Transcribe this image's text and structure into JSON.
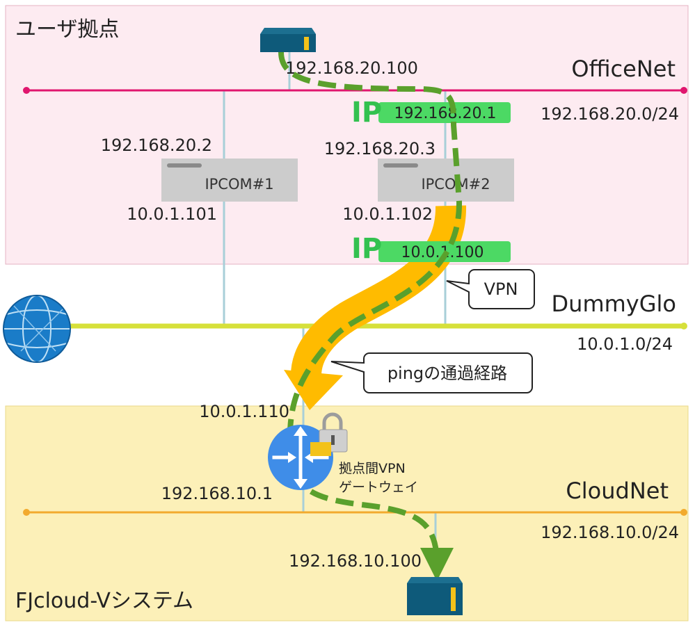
{
  "zones": {
    "user_site": {
      "title": "ユーザ拠点"
    },
    "cloud_system": {
      "title": "FJcloud-Vシステム"
    }
  },
  "networks": {
    "office": {
      "name": "OfficeNet",
      "cidr": "192.168.20.0/24",
      "color": "#e0166e"
    },
    "dummy": {
      "name": "DummyGlo",
      "cidr": "10.0.1.0/24",
      "color": "#d6e03a"
    },
    "cloud": {
      "name": "CloudNet",
      "cidr": "192.168.10.0/24",
      "color": "#f2aa2e"
    }
  },
  "hosts": {
    "office_server": {
      "ip": "192.168.20.100",
      "icon": "server-icon"
    },
    "cloud_server": {
      "ip": "192.168.10.100",
      "icon": "server-icon"
    }
  },
  "ipcom": [
    {
      "name": "IPCOM#1",
      "ip_office": "192.168.20.2",
      "ip_dummy": "10.0.1.101"
    },
    {
      "name": "IPCOM#2",
      "ip_office": "192.168.20.3",
      "ip_dummy": "10.0.1.102"
    }
  ],
  "virtual_ips": {
    "logo_text": "IP",
    "office_vip": "192.168.20.1",
    "dummy_vip": "10.0.1.100",
    "badge_color": "#4cd964"
  },
  "vpn_gateway": {
    "label_line1": "拠点間VPN",
    "label_line2": "ゲートウェイ",
    "ip_dummy": "10.0.1.110",
    "ip_cloud": "192.168.10.1",
    "icon": "router-icon",
    "lock_icon": "lock-icon"
  },
  "internet": {
    "icon": "globe-icon"
  },
  "callouts": {
    "vpn": "VPN",
    "ping_route": "pingの通過経路"
  },
  "colors": {
    "user_zone_bg": "#fdebf1",
    "cloud_zone_bg": "#fcf0b8",
    "vpn_tunnel": "#ffbb00",
    "ping_path": "#5aa02c",
    "drop_line": "#a8cfd8"
  }
}
